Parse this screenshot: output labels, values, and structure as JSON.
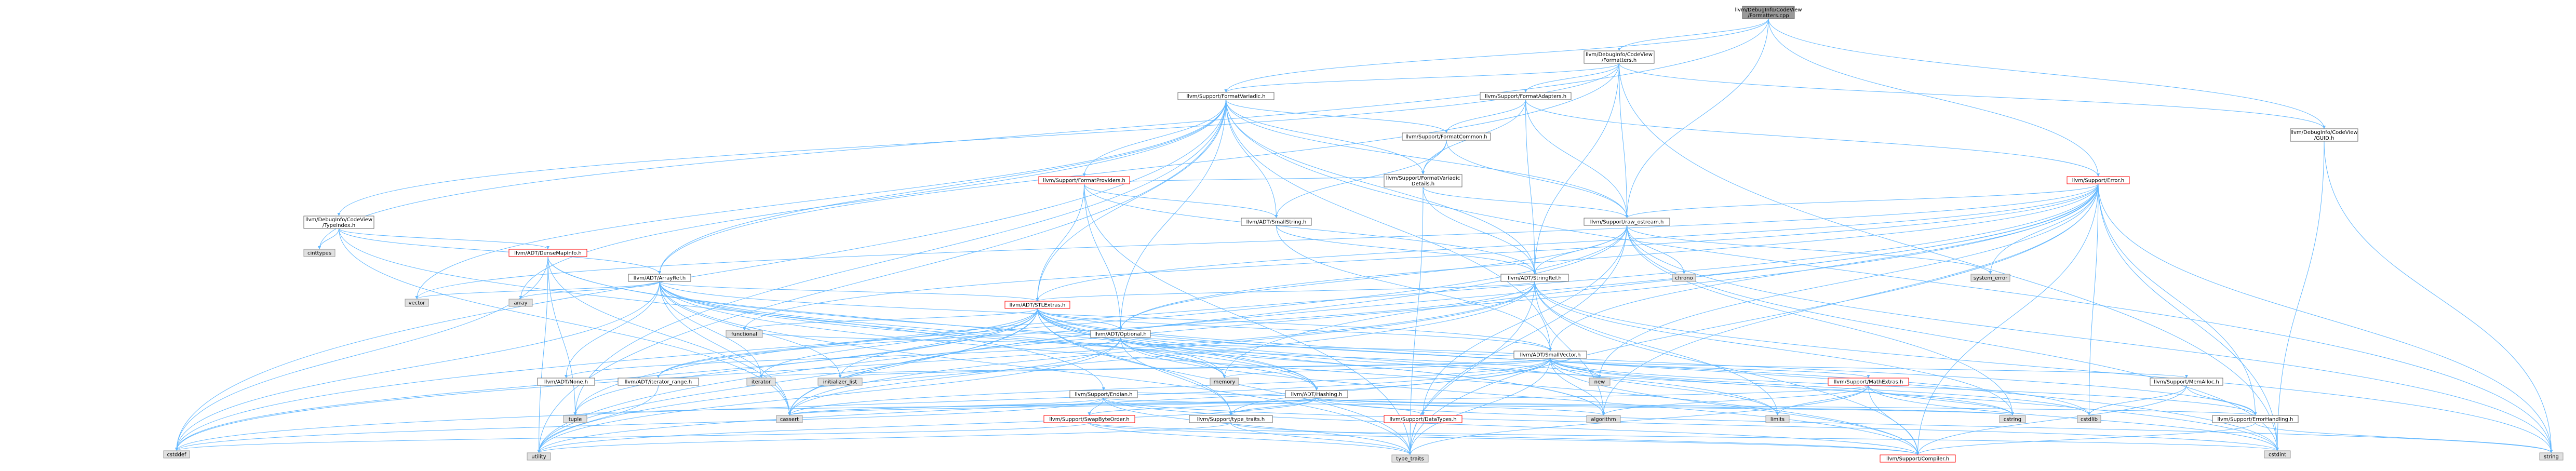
{
  "colors": {
    "background": "#ffffff",
    "edge": "#63b8ff",
    "root_fill": "#999999",
    "root_border": "#666666",
    "node_fill": "#ffffff",
    "node_border": "#666666",
    "incomplete_border": "#ff0000",
    "system_fill": "#e0e0e0",
    "system_border": "#999999"
  },
  "nodes": [
    {
      "id": "root",
      "label": "llvm/DebugInfo/CodeView\n/Formatters.cpp",
      "kind": "root"
    },
    {
      "id": "fmt_h",
      "label": "llvm/DebugInfo/CodeView\n/Formatters.h",
      "kind": "header"
    },
    {
      "id": "formatvariadic",
      "label": "llvm/Support/FormatVariadic.h",
      "kind": "header"
    },
    {
      "id": "formatadapters",
      "label": "llvm/Support/FormatAdapters.h",
      "kind": "header"
    },
    {
      "id": "guid",
      "label": "llvm/DebugInfo/CodeView\n/GUID.h",
      "kind": "header"
    },
    {
      "id": "formatproviders",
      "label": "llvm/Support/FormatProviders.h",
      "kind": "incomplete"
    },
    {
      "id": "formatcommon",
      "label": "llvm/Support/FormatCommon.h",
      "kind": "header"
    },
    {
      "id": "typeindex",
      "label": "llvm/DebugInfo/CodeView\n/TypeIndex.h",
      "kind": "header"
    },
    {
      "id": "fvdetails",
      "label": "llvm/Support/FormatVariadic\nDetails.h",
      "kind": "header"
    },
    {
      "id": "error",
      "label": "llvm/Support/Error.h",
      "kind": "incomplete"
    },
    {
      "id": "smallstring",
      "label": "llvm/ADT/SmallString.h",
      "kind": "header"
    },
    {
      "id": "raw_ostream",
      "label": "llvm/Support/raw_ostream.h",
      "kind": "header"
    },
    {
      "id": "cinttypes",
      "label": "cinttypes",
      "kind": "system"
    },
    {
      "id": "densemapinfo",
      "label": "llvm/ADT/DenseMapInfo.h",
      "kind": "incomplete"
    },
    {
      "id": "system_error",
      "label": "system_error",
      "kind": "system"
    },
    {
      "id": "arrayref",
      "label": "llvm/ADT/ArrayRef.h",
      "kind": "header"
    },
    {
      "id": "stringref",
      "label": "llvm/ADT/StringRef.h",
      "kind": "header"
    },
    {
      "id": "chrono",
      "label": "chrono",
      "kind": "system"
    },
    {
      "id": "vector",
      "label": "vector",
      "kind": "system"
    },
    {
      "id": "array",
      "label": "array",
      "kind": "system"
    },
    {
      "id": "stlextras",
      "label": "llvm/ADT/STLExtras.h",
      "kind": "incomplete"
    },
    {
      "id": "functional",
      "label": "functional",
      "kind": "system"
    },
    {
      "id": "optional",
      "label": "llvm/ADT/Optional.h",
      "kind": "header"
    },
    {
      "id": "smallvector",
      "label": "llvm/ADT/SmallVector.h",
      "kind": "header"
    },
    {
      "id": "none",
      "label": "llvm/ADT/None.h",
      "kind": "header"
    },
    {
      "id": "iterator_range",
      "label": "llvm/ADT/iterator_range.h",
      "kind": "header"
    },
    {
      "id": "iterator",
      "label": "iterator",
      "kind": "system"
    },
    {
      "id": "initializer_list",
      "label": "initializer_list",
      "kind": "system"
    },
    {
      "id": "memory",
      "label": "memory",
      "kind": "system"
    },
    {
      "id": "endian",
      "label": "llvm/Support/Endian.h",
      "kind": "header"
    },
    {
      "id": "hashing",
      "label": "llvm/ADT/Hashing.h",
      "kind": "header"
    },
    {
      "id": "new",
      "label": "new",
      "kind": "system"
    },
    {
      "id": "mathextras",
      "label": "llvm/Support/MathExtras.h",
      "kind": "incomplete"
    },
    {
      "id": "memalloc",
      "label": "llvm/Support/MemAlloc.h",
      "kind": "header"
    },
    {
      "id": "swapbyteorder",
      "label": "llvm/Support/SwapByteOrder.h",
      "kind": "incomplete"
    },
    {
      "id": "type_traits_h",
      "label": "llvm/Support/type_traits.h",
      "kind": "header"
    },
    {
      "id": "datatypes",
      "label": "llvm/Support/DataTypes.h",
      "kind": "incomplete"
    },
    {
      "id": "tuple",
      "label": "tuple",
      "kind": "system"
    },
    {
      "id": "cassert",
      "label": "cassert",
      "kind": "system"
    },
    {
      "id": "algorithm",
      "label": "algorithm",
      "kind": "system"
    },
    {
      "id": "limits",
      "label": "limits",
      "kind": "system"
    },
    {
      "id": "cstring",
      "label": "cstring",
      "kind": "system"
    },
    {
      "id": "cstdlib",
      "label": "cstdlib",
      "kind": "system"
    },
    {
      "id": "errorhandling",
      "label": "llvm/Support/ErrorHandling.h",
      "kind": "header"
    },
    {
      "id": "cstddef",
      "label": "cstddef",
      "kind": "system"
    },
    {
      "id": "utility",
      "label": "utility",
      "kind": "system"
    },
    {
      "id": "type_traits",
      "label": "type_traits",
      "kind": "system"
    },
    {
      "id": "compiler",
      "label": "llvm/Support/Compiler.h",
      "kind": "incomplete"
    },
    {
      "id": "cstdint",
      "label": "cstdint",
      "kind": "system"
    },
    {
      "id": "string",
      "label": "string",
      "kind": "system"
    }
  ],
  "edges": [
    [
      "root",
      "fmt_h"
    ],
    [
      "root",
      "formatvariadic"
    ],
    [
      "root",
      "raw_ostream"
    ],
    [
      "root",
      "guid"
    ],
    [
      "root",
      "error"
    ],
    [
      "root",
      "cinttypes"
    ],
    [
      "fmt_h",
      "formatvariadic"
    ],
    [
      "fmt_h",
      "formatadapters"
    ],
    [
      "fmt_h",
      "guid"
    ],
    [
      "fmt_h",
      "typeindex"
    ],
    [
      "fmt_h",
      "raw_ostream"
    ],
    [
      "fmt_h",
      "stringref"
    ],
    [
      "fmt_h",
      "arrayref"
    ],
    [
      "fmt_h",
      "cstdint"
    ],
    [
      "formatvariadic",
      "formatproviders"
    ],
    [
      "formatvariadic",
      "formatcommon"
    ],
    [
      "formatvariadic",
      "fvdetails"
    ],
    [
      "formatvariadic",
      "raw_ostream"
    ],
    [
      "formatvariadic",
      "arrayref"
    ],
    [
      "formatvariadic",
      "stringref"
    ],
    [
      "formatvariadic",
      "optional"
    ],
    [
      "formatvariadic",
      "stlextras"
    ],
    [
      "formatvariadic",
      "smallstring"
    ],
    [
      "formatvariadic",
      "smallvector"
    ],
    [
      "formatvariadic",
      "cstddef"
    ],
    [
      "formatvariadic",
      "string"
    ],
    [
      "formatvariadic",
      "tuple"
    ],
    [
      "formatvariadic",
      "utility"
    ],
    [
      "formatvariadic",
      "vector"
    ],
    [
      "formatvariadic",
      "array"
    ],
    [
      "formatadapters",
      "formatcommon"
    ],
    [
      "formatadapters",
      "fvdetails"
    ],
    [
      "formatadapters",
      "raw_ostream"
    ],
    [
      "formatadapters",
      "stringref"
    ],
    [
      "formatadapters",
      "error"
    ],
    [
      "guid",
      "cstdint"
    ],
    [
      "guid",
      "string"
    ],
    [
      "formatproviders",
      "fvdetails"
    ],
    [
      "formatproviders",
      "stlextras"
    ],
    [
      "formatproviders",
      "stringref"
    ],
    [
      "formatproviders",
      "optional"
    ],
    [
      "formatproviders",
      "smallstring"
    ],
    [
      "formatproviders",
      "type_traits"
    ],
    [
      "formatcommon",
      "fvdetails"
    ],
    [
      "formatcommon",
      "raw_ostream"
    ],
    [
      "formatcommon",
      "smallstring"
    ],
    [
      "fvdetails",
      "raw_ostream"
    ],
    [
      "fvdetails",
      "stringref"
    ],
    [
      "fvdetails",
      "type_traits"
    ],
    [
      "typeindex",
      "densemapinfo"
    ],
    [
      "typeindex",
      "endian"
    ],
    [
      "typeindex",
      "cassert"
    ],
    [
      "typeindex",
      "cinttypes"
    ],
    [
      "typeindex",
      "arrayref"
    ],
    [
      "error",
      "raw_ostream"
    ],
    [
      "error",
      "stlextras"
    ],
    [
      "error",
      "smallvector"
    ],
    [
      "error",
      "errorhandling"
    ],
    [
      "error",
      "compiler"
    ],
    [
      "error",
      "abi"
    ],
    [
      "error",
      "system_error"
    ],
    [
      "error",
      "string"
    ],
    [
      "error",
      "memory"
    ],
    [
      "error",
      "functional"
    ],
    [
      "error",
      "new"
    ],
    [
      "error",
      "cassert"
    ],
    [
      "error",
      "cstdint"
    ],
    [
      "error",
      "cstdlib"
    ],
    [
      "error",
      "utility"
    ],
    [
      "error",
      "type_traits"
    ],
    [
      "error",
      "algorithm"
    ],
    [
      "error",
      "optional"
    ],
    [
      "error",
      "vector"
    ],
    [
      "error",
      "tuple"
    ],
    [
      "smallstring",
      "smallvector"
    ],
    [
      "smallstring",
      "stringref"
    ],
    [
      "raw_ostream",
      "stringref"
    ],
    [
      "raw_ostream",
      "datatypes"
    ],
    [
      "raw_ostream",
      "cassert"
    ],
    [
      "raw_ostream",
      "chrono"
    ],
    [
      "raw_ostream",
      "cstddef"
    ],
    [
      "raw_ostream",
      "cstdint"
    ],
    [
      "raw_ostream",
      "cstring"
    ],
    [
      "raw_ostream",
      "string"
    ],
    [
      "raw_ostream",
      "system_error"
    ],
    [
      "raw_ostream",
      "type_traits"
    ],
    [
      "raw_ostream",
      "optional"
    ],
    [
      "densemapinfo",
      "hashing"
    ],
    [
      "densemapinfo",
      "cassert"
    ],
    [
      "densemapinfo",
      "cstddef"
    ],
    [
      "densemapinfo",
      "cstdint"
    ],
    [
      "densemapinfo",
      "tuple"
    ],
    [
      "densemapinfo",
      "utility"
    ],
    [
      "arrayref",
      "hashing"
    ],
    [
      "arrayref",
      "none"
    ],
    [
      "arrayref",
      "smallvector"
    ],
    [
      "arrayref",
      "stlextras"
    ],
    [
      "arrayref",
      "compiler"
    ],
    [
      "arrayref",
      "algorithm"
    ],
    [
      "arrayref",
      "array"
    ],
    [
      "arrayref",
      "cassert"
    ],
    [
      "arrayref",
      "cstddef"
    ],
    [
      "arrayref",
      "initializer_list"
    ],
    [
      "arrayref",
      "iterator"
    ],
    [
      "arrayref",
      "memory"
    ],
    [
      "arrayref",
      "type_traits"
    ],
    [
      "arrayref",
      "vector"
    ],
    [
      "stringref",
      "stlextras"
    ],
    [
      "stringref",
      "iterator_range"
    ],
    [
      "stringref",
      "compiler"
    ],
    [
      "stringref",
      "algorithm"
    ],
    [
      "stringref",
      "cassert"
    ],
    [
      "stringref",
      "cstddef"
    ],
    [
      "stringref",
      "cstring"
    ],
    [
      "stringref",
      "limits"
    ],
    [
      "stringref",
      "string"
    ],
    [
      "stringref",
      "type_traits"
    ],
    [
      "stringref",
      "utility"
    ],
    [
      "stlextras",
      "optional"
    ],
    [
      "stlextras",
      "iterator_range"
    ],
    [
      "stlextras",
      "hashing"
    ],
    [
      "stlextras",
      "smallvector"
    ],
    [
      "stlextras",
      "type_traits_h"
    ],
    [
      "stlextras",
      "errorhandling"
    ],
    [
      "stlextras",
      "algorithm"
    ],
    [
      "stlextras",
      "cassert"
    ],
    [
      "stlextras",
      "cstddef"
    ],
    [
      "stlextras",
      "cstdint"
    ],
    [
      "stlextras",
      "cstdlib"
    ],
    [
      "stlextras",
      "functional"
    ],
    [
      "stlextras",
      "initializer_list"
    ],
    [
      "stlextras",
      "iterator"
    ],
    [
      "stlextras",
      "limits"
    ],
    [
      "stlextras",
      "memory"
    ],
    [
      "stlextras",
      "tuple"
    ],
    [
      "stlextras",
      "type_traits"
    ],
    [
      "stlextras",
      "utility"
    ],
    [
      "optional",
      "hashing"
    ],
    [
      "optional",
      "none"
    ],
    [
      "optional",
      "type_traits_h"
    ],
    [
      "optional",
      "compiler"
    ],
    [
      "optional",
      "cassert"
    ],
    [
      "optional",
      "memory"
    ],
    [
      "optional",
      "new"
    ],
    [
      "optional",
      "utility"
    ],
    [
      "smallvector",
      "mathextras"
    ],
    [
      "smallvector",
      "memalloc"
    ],
    [
      "smallvector",
      "type_traits_h"
    ],
    [
      "smallvector",
      "errorhandling"
    ],
    [
      "smallvector",
      "compiler"
    ],
    [
      "smallvector",
      "algorithm"
    ],
    [
      "smallvector",
      "cassert"
    ],
    [
      "smallvector",
      "cstddef"
    ],
    [
      "smallvector",
      "cstdlib"
    ],
    [
      "smallvector",
      "cstring"
    ],
    [
      "smallvector",
      "functional"
    ],
    [
      "smallvector",
      "initializer_list"
    ],
    [
      "smallvector",
      "iterator"
    ],
    [
      "smallvector",
      "limits"
    ],
    [
      "smallvector",
      "memory"
    ],
    [
      "smallvector",
      "new"
    ],
    [
      "smallvector",
      "type_traits"
    ],
    [
      "smallvector",
      "utility"
    ],
    [
      "iterator_range",
      "utility"
    ],
    [
      "endian",
      "swapbyteorder"
    ],
    [
      "endian",
      "compiler"
    ],
    [
      "endian",
      "cassert"
    ],
    [
      "endian",
      "cstddef"
    ],
    [
      "endian",
      "cstdint"
    ],
    [
      "endian",
      "cstring"
    ],
    [
      "endian",
      "type_traits"
    ],
    [
      "hashing",
      "endian"
    ],
    [
      "hashing",
      "swapbyteorder"
    ],
    [
      "hashing",
      "datatypes"
    ],
    [
      "hashing",
      "type_traits_h"
    ],
    [
      "hashing",
      "errorhandling"
    ],
    [
      "hashing",
      "algorithm"
    ],
    [
      "hashing",
      "cassert"
    ],
    [
      "hashing",
      "cstring"
    ],
    [
      "hashing",
      "string"
    ],
    [
      "hashing",
      "tuple"
    ],
    [
      "hashing",
      "utility"
    ],
    [
      "mathextras",
      "compiler"
    ],
    [
      "mathextras",
      "algorithm"
    ],
    [
      "mathextras",
      "cassert"
    ],
    [
      "mathextras",
      "climits"
    ],
    [
      "mathextras",
      "cstdint"
    ],
    [
      "mathextras",
      "cstring"
    ],
    [
      "mathextras",
      "limits"
    ],
    [
      "mathextras",
      "type_traits"
    ],
    [
      "memalloc",
      "compiler"
    ],
    [
      "memalloc",
      "errorhandling"
    ],
    [
      "memalloc",
      "cstdlib"
    ],
    [
      "swapbyteorder",
      "compiler"
    ],
    [
      "swapbyteorder",
      "cstddef"
    ],
    [
      "swapbyteorder",
      "cstdint"
    ],
    [
      "swapbyteorder",
      "type_traits"
    ],
    [
      "type_traits_h",
      "compiler"
    ],
    [
      "type_traits_h",
      "type_traits"
    ],
    [
      "type_traits_h",
      "utility"
    ],
    [
      "errorhandling",
      "compiler"
    ],
    [
      "errorhandling",
      "string"
    ]
  ]
}
